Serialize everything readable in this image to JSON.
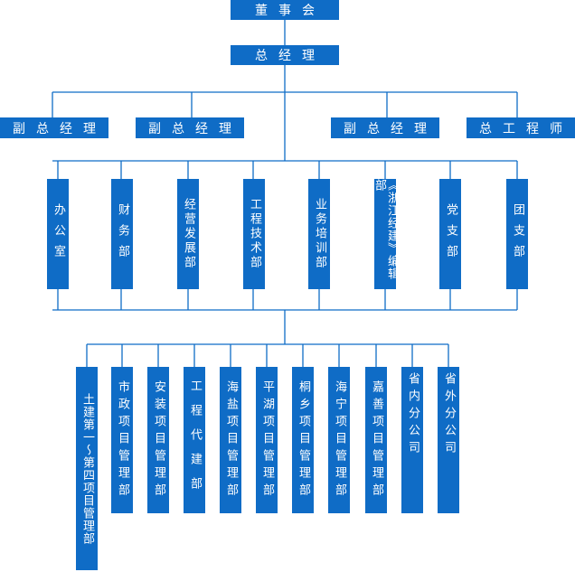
{
  "chart": {
    "board": "董事会",
    "general_manager": "总经理",
    "vice_managers": [
      "副总经理",
      "副总经理",
      "副总经理",
      "总工程师"
    ],
    "departments": [
      "办公室",
      "财务部",
      "经营发展部",
      "工程技术部",
      "业务培训部",
      "《浙江经建》编辑部",
      "党支部",
      "团支部"
    ],
    "projects": [
      "土建第一～第四项目管理部",
      "市政项目管理部",
      "安装项目管理部",
      "工程代建部",
      "海盐项目管理部",
      "平湖项目管理部",
      "桐乡项目管理部",
      "海宁项目管理部",
      "嘉善项目管理部",
      "省内分公司",
      "省外分公司"
    ]
  },
  "colors": {
    "box": "#0f6cc6",
    "line": "#0f6cc6",
    "text": "#ffffff",
    "background": "#ffffff"
  }
}
